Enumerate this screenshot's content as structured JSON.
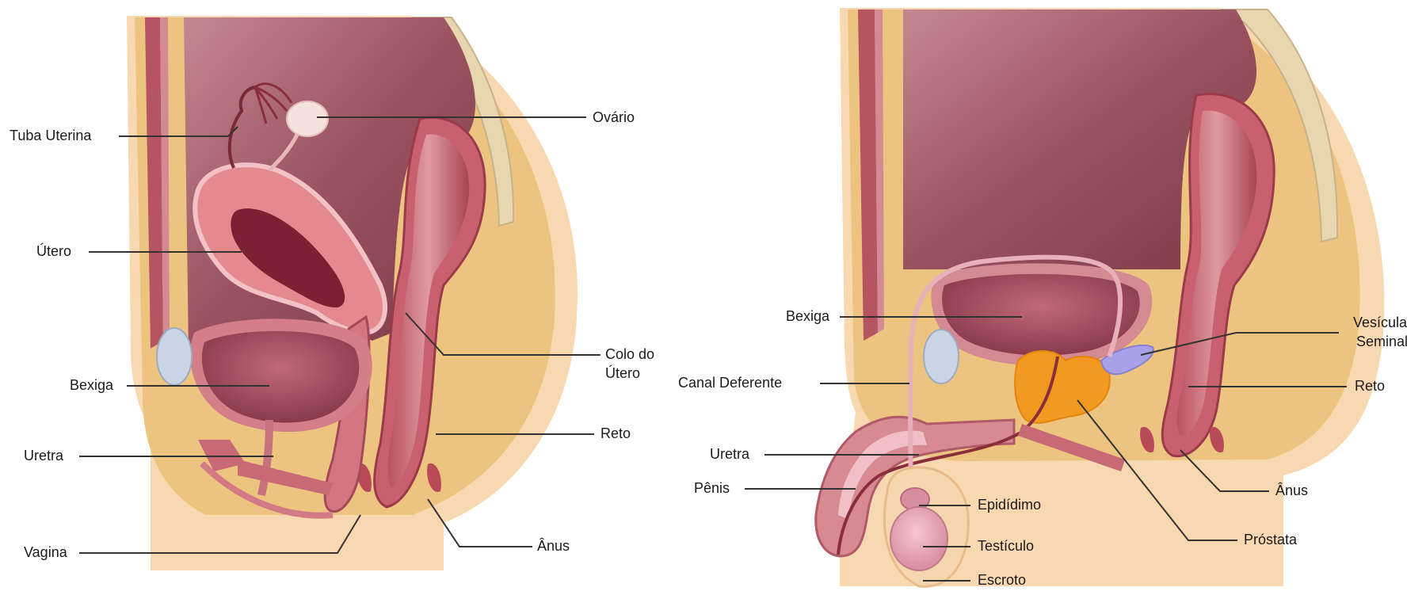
{
  "female": {
    "labels": {
      "tuba_uterina": "Tuba Uterina",
      "ovario": "Ovário",
      "utero": "Útero",
      "bexiga": "Bexiga",
      "colo_do_utero_line1": "Colo do",
      "colo_do_utero_line2": "Útero",
      "uretra": "Uretra",
      "reto": "Reto",
      "vagina": "Vagina",
      "anus": "Ânus"
    }
  },
  "male": {
    "labels": {
      "bexiga": "Bexiga",
      "vesicula_seminal_line1": "Vesícula",
      "vesicula_seminal_line2": "Seminal",
      "canal_deferente": "Canal Deferente",
      "reto": "Reto",
      "uretra": "Uretra",
      "penis": "Pênis",
      "anus": "Ânus",
      "epididimo": "Epidídimo",
      "testiculo": "Testículo",
      "prostata": "Próstata",
      "escroto": "Escroto"
    }
  },
  "colors": {
    "skin": "#f8d8b0",
    "fat": "#ecc480",
    "cavity": "#8a434f",
    "muscle": "#c46a72",
    "organ_pink": "#d97a86",
    "lumen_dark": "#6e1f30",
    "bladder": "#a8505e",
    "bone": "#c9d4e4",
    "prostate": "#f29a1f",
    "seminal": "#a8a0e8",
    "leader": "#333333"
  }
}
